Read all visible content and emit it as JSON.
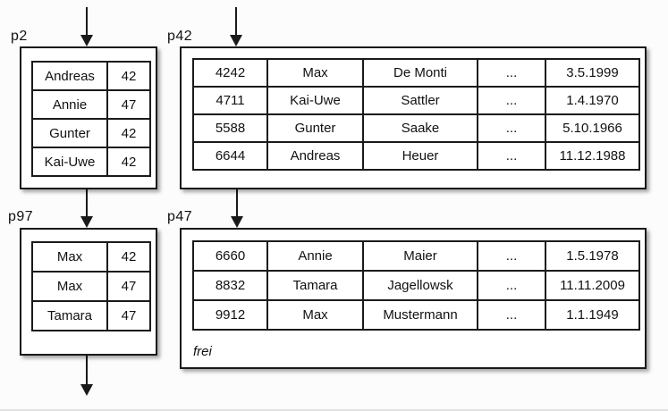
{
  "colors": {
    "ink": "#1a1a1a",
    "paper": "#ffffff",
    "canvas": "#fcfcfc"
  },
  "pages": {
    "p2": {
      "label": "p2",
      "rows": [
        [
          "Andreas",
          "42"
        ],
        [
          "Annie",
          "47"
        ],
        [
          "Gunter",
          "42"
        ],
        [
          "Kai-Uwe",
          "42"
        ]
      ]
    },
    "p42": {
      "label": "p42",
      "rows": [
        [
          "4242",
          "Max",
          "De Monti",
          "...",
          "3.5.1999"
        ],
        [
          "4711",
          "Kai-Uwe",
          "Sattler",
          "...",
          "1.4.1970"
        ],
        [
          "5588",
          "Gunter",
          "Saake",
          "...",
          "5.10.1966"
        ],
        [
          "6644",
          "Andreas",
          "Heuer",
          "...",
          "11.12.1988"
        ]
      ]
    },
    "p97": {
      "label": "p97",
      "rows": [
        [
          "Max",
          "42"
        ],
        [
          "Max",
          "47"
        ],
        [
          "Tamara",
          "47"
        ]
      ]
    },
    "p47": {
      "label": "p47",
      "rows": [
        [
          "6660",
          "Annie",
          "Maier",
          "...",
          "1.5.1978"
        ],
        [
          "8832",
          "Tamara",
          "Jagellowsk",
          "...",
          "11.11.2009"
        ],
        [
          "9912",
          "Max",
          "Mustermann",
          "...",
          "1.1.1949"
        ]
      ],
      "free_label": "frei"
    }
  }
}
